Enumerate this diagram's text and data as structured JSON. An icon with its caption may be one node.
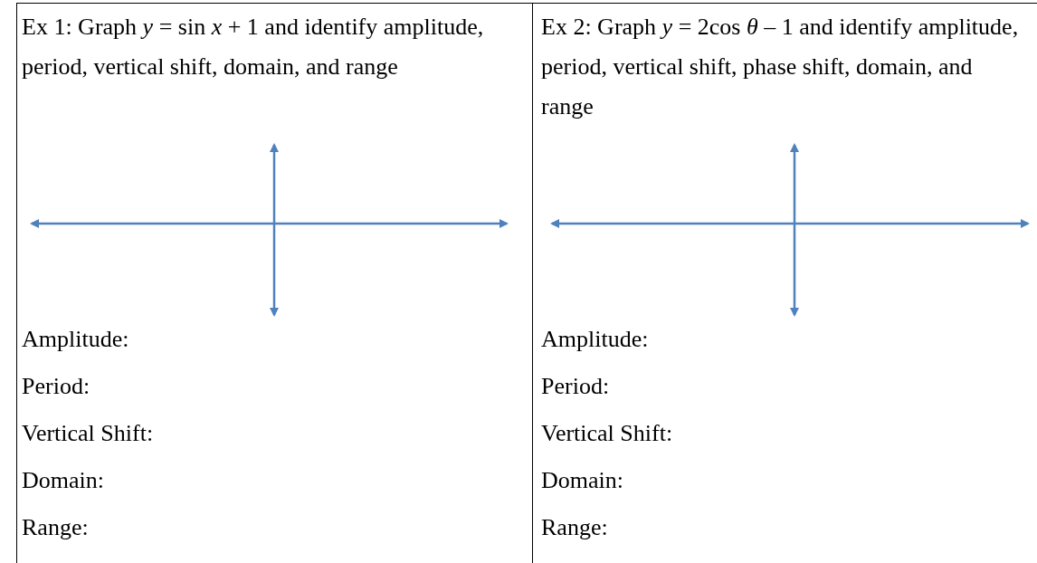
{
  "diagram": {
    "labels": [
      "Ex 1: Graph *y* = sin *x* + 1 and identify amplitude, period, vertical shift, domain, and range",
      "Amplitude:",
      "Period:",
      "Vertical Shift:",
      "Domain:",
      "Range:",
      "Ex 2: Graph *y* = 2cos *θ* – 1 and identify amplitude, period, vertical shift, phase shift, domain, and range",
      "Amplitude:",
      "Period:",
      "Vertical Shift:",
      "Domain:",
      "Range:"
    ]
  }
}
